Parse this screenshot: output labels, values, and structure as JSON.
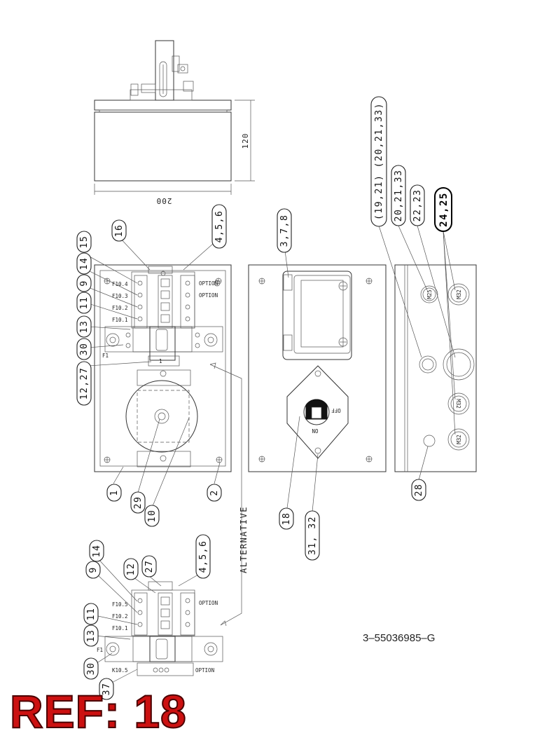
{
  "drawing": {
    "dimensions": {
      "width": "200",
      "height": "120"
    },
    "balloons": {
      "b16": "16",
      "b456": "4,5,6",
      "b15": "15",
      "b14": "14",
      "b9": "9",
      "b11": "11",
      "b13": "13",
      "b30": "30",
      "b1227": "12,27",
      "b1": "1",
      "b29": "29",
      "b10": "10",
      "b2": "2",
      "b378": "3,7,8",
      "b18": "18",
      "b3132": "31, 32",
      "b192133": "(19,21) (20,21,33)",
      "b202133": "20,21,33",
      "b2223": "22,23",
      "b2425": "24,25",
      "b28": "28",
      "a14": "14",
      "a9": "9",
      "a12": "12",
      "a27": "27",
      "a456": "4,5,6",
      "a11": "11",
      "a13": "13",
      "a30": "30",
      "a37": "37"
    },
    "labels": {
      "f104": "F10.4",
      "f103": "F10.3",
      "f102": "F10.2",
      "f101": "F10.1",
      "f1": "F1",
      "option1": "OPTION",
      "option2": "OPTION",
      "af105": "F10.5",
      "af102": "F10.2",
      "af101": "F10.1",
      "af1": "F1",
      "ak105": "K10.5",
      "aoption1": "OPTION",
      "aoption2": "OPTION",
      "m25": "M25",
      "m32a": "M32",
      "m32b": "M32",
      "m32c": "M32",
      "off": "OFF",
      "on": "ON"
    },
    "alternative": "ALTERNATIVE",
    "drawing_number": "3–55036985–G"
  },
  "reference": "REF: 18"
}
